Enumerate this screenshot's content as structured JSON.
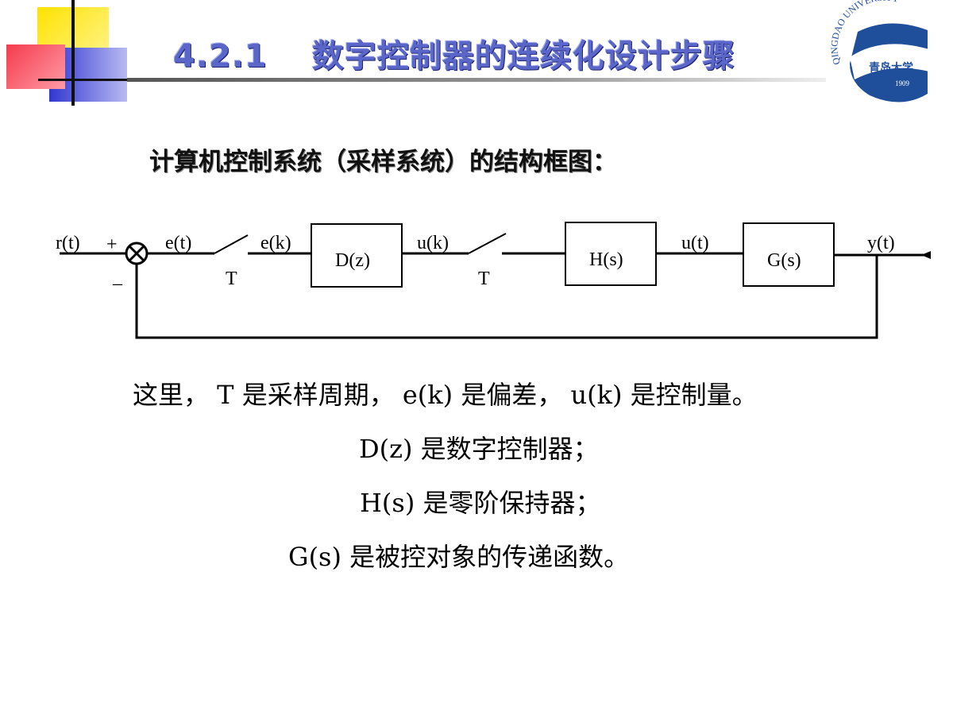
{
  "header": {
    "section_number": "4.2.1",
    "title": "数字控制器的连续化设计步骤"
  },
  "logo": {
    "arc_text": "QINGDAO UNIVERSITY",
    "chinese_name": "青岛大学",
    "year": "1909"
  },
  "subtitle": "计算机控制系统（采样系统）的结构框图：",
  "diagram": {
    "labels": {
      "r": "r(t)",
      "plus": "+",
      "minus": "_",
      "e_t": "e(t)",
      "T1": "T",
      "e_k": "e(k)",
      "u_k": "u(k)",
      "T2": "T",
      "u_t": "u(t)",
      "y_t": "y(t)"
    },
    "blocks": {
      "D": "D(z)",
      "H": "H(s)",
      "G": "G(s)"
    }
  },
  "body": {
    "line1": "这里， T 是采样周期， e(k) 是偏差， u(k) 是控制量。",
    "line2": "D(z) 是数字控制器；",
    "line3": "H(s) 是零阶保持器；",
    "line4": "G(s) 是被控对象的传递函数。"
  },
  "colors": {
    "title": "#5A66C8",
    "deco_yellow": "#FFD700",
    "deco_red": "#F04050",
    "deco_blue": "#3B3FCF",
    "logo_blue": "#1F4E9A"
  }
}
